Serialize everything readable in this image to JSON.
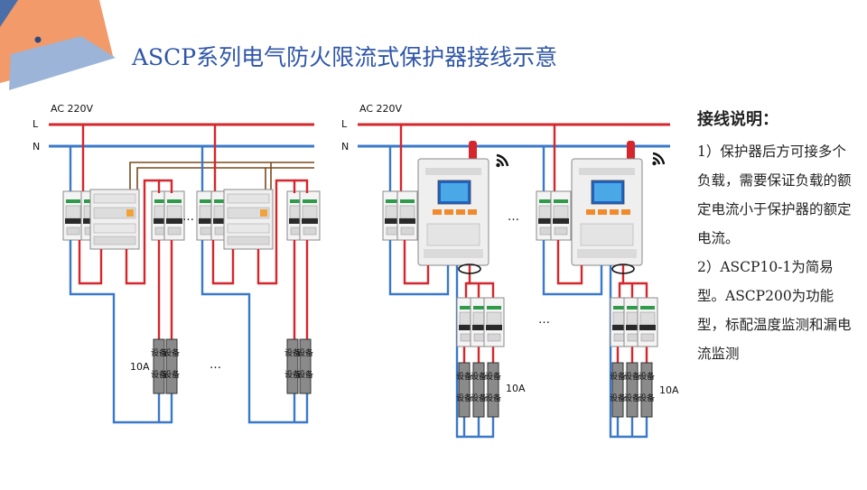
{
  "title": "ASCP系列电气防火限流式保护器接线示意",
  "labels": {
    "supply": "AC 220V",
    "line": "L",
    "neutral": "N",
    "rating": "10A",
    "ellipsis": "…",
    "load_text": "设备"
  },
  "notes": {
    "heading": "接线说明：",
    "p1": "1）保护器后方可接多个负载，需要保证负载的额定电流小于保护器的额定电流。",
    "p2": "2）ASCP10-1为简易型。ASCP200为功能型，标配温度监测和漏电流监测"
  },
  "colors": {
    "title": "#2f56a8",
    "live": "#d6262c",
    "neutral": "#3a78c9",
    "brown": "#7a4a1c",
    "accent": "#e07a3a",
    "device_face": "#f2f2f2"
  },
  "icons": [
    "wifi-signal-icon",
    "antenna-icon",
    "corner-decoration"
  ]
}
